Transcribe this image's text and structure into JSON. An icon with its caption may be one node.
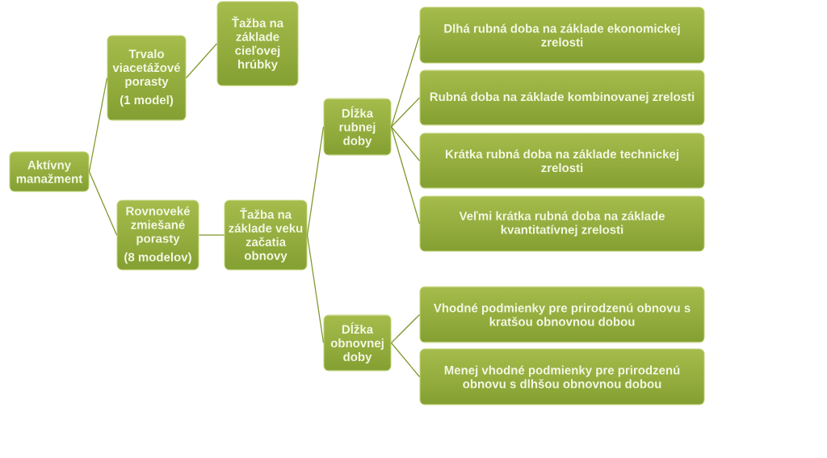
{
  "diagram": {
    "nodes": [
      {
        "text": [
          "Aktívny manažment"
        ]
      },
      {
        "text": [
          "Trvalo viacetážové porasty",
          "(1 model)"
        ]
      },
      {
        "text": [
          "Ťažba na základe cieľovej hrúbky"
        ]
      },
      {
        "text": [
          "Rovnoveké zmiešané porasty",
          "(8 modelov)"
        ]
      },
      {
        "text": [
          "Ťažba na základe veku začatia obnovy"
        ]
      },
      {
        "text": [
          "Dĺžka rubnej doby"
        ]
      },
      {
        "text": [
          "Dĺžka obnovnej doby"
        ]
      },
      {
        "text": [
          "Dlhá rubná doba na základe ekonomickej zrelosti"
        ]
      },
      {
        "text": [
          "Rubná doba na základe kombinovanej zrelosti"
        ]
      },
      {
        "text": [
          "Krátka rubná doba na základe technickej zrelosti"
        ]
      },
      {
        "text": [
          "Veľmi krátka rubná doba na základe kvantitatívnej zrelosti"
        ]
      },
      {
        "text": [
          "Vhodné podmienky pre prirodzenú obnovu s kratšou obnovnou dobou"
        ]
      },
      {
        "text": [
          "Menej vhodné podmienky pre prirodzenú obnovu s dlhšou obnovnou dobou"
        ]
      }
    ],
    "edges": [
      {
        "from": 0,
        "to": 1,
        "arrow": "none"
      },
      {
        "from": 0,
        "to": 3,
        "arrow": "none"
      },
      {
        "from": 1,
        "to": 2,
        "arrow": "none"
      },
      {
        "from": 3,
        "to": 4,
        "arrow": "none"
      },
      {
        "from": 4,
        "to": 5,
        "arrow": "none"
      },
      {
        "from": 4,
        "to": 6,
        "arrow": "none"
      },
      {
        "from": 5,
        "to": 7,
        "arrow": "none"
      },
      {
        "from": 5,
        "to": 8,
        "arrow": "none"
      },
      {
        "from": 5,
        "to": 9,
        "arrow": "none"
      },
      {
        "from": 5,
        "to": 10,
        "arrow": "none"
      },
      {
        "from": 6,
        "to": 11,
        "arrow": "none"
      },
      {
        "from": 6,
        "to": 12,
        "arrow": "none"
      }
    ]
  }
}
